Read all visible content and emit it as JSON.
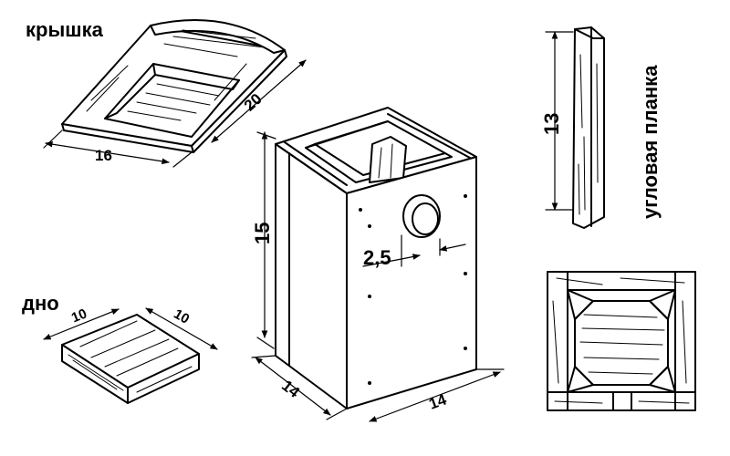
{
  "labels": {
    "lid": "крышка",
    "bottom": "дно",
    "corner_strip": "угловая планка"
  },
  "dimensions": {
    "lid_width": "16",
    "lid_length": "20",
    "bottom_a": "10",
    "bottom_b": "10",
    "box_height": "15",
    "box_depth": "14",
    "box_width": "14",
    "hole_diameter": "2,5",
    "strip_height": "13"
  }
}
